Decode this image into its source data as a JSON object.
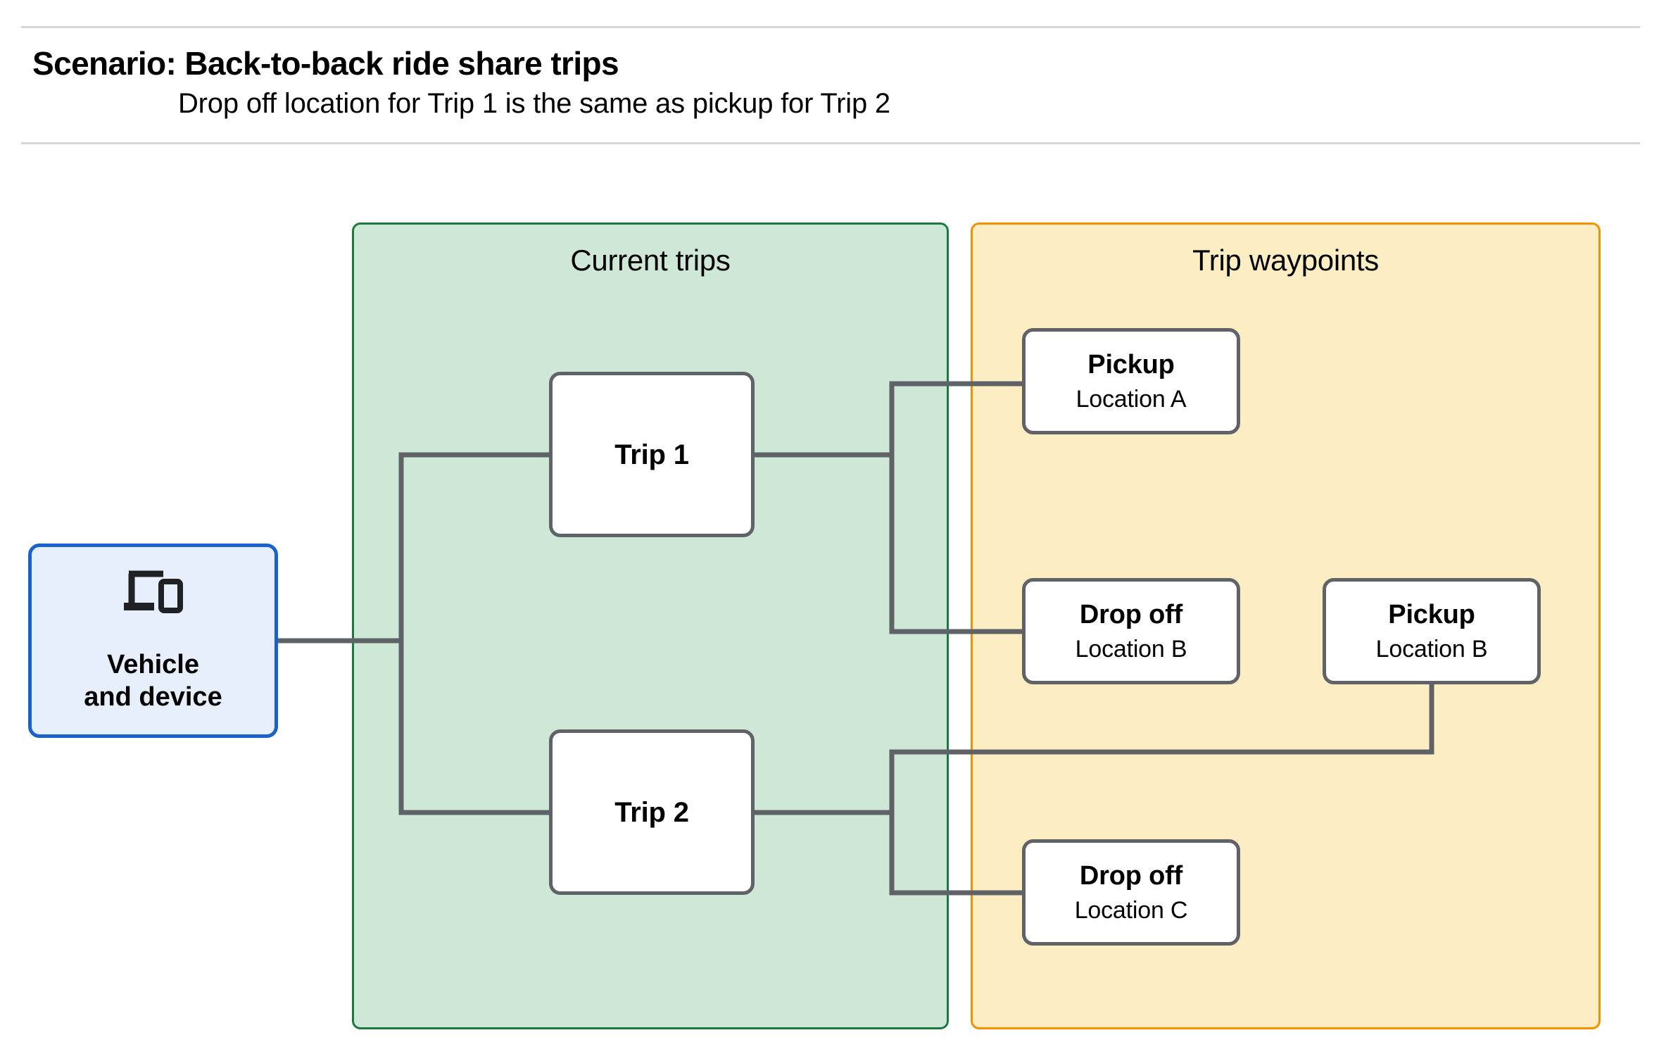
{
  "header": {
    "title": "Scenario: Back-to-back ride share trips",
    "subtitle": "Drop off  location for Trip 1 is the same as pickup for Trip 2"
  },
  "groups": {
    "current_trips": {
      "title": "Current trips",
      "fill": "#cfe7d6",
      "border": "#1b7a3d"
    },
    "trip_waypoints": {
      "title": "Trip waypoints",
      "fill": "#fcedc2",
      "border": "#f29100"
    }
  },
  "vehicle": {
    "label": "Vehicle\nand device",
    "icon": "laptop-and-phone-icon",
    "fill": "#e8effc",
    "border": "#1a62c9"
  },
  "trips": [
    {
      "id": "trip-1",
      "label": "Trip 1"
    },
    {
      "id": "trip-2",
      "label": "Trip 2"
    }
  ],
  "waypoints": [
    {
      "id": "pickup-a",
      "type": "Pickup",
      "location": "Location A"
    },
    {
      "id": "dropoff-b",
      "type": "Drop off",
      "location": "Location B"
    },
    {
      "id": "pickup-b",
      "type": "Pickup",
      "location": "Location B"
    },
    {
      "id": "dropoff-c",
      "type": "Drop off",
      "location": "Location C"
    }
  ],
  "edges": {
    "stroke": "#5f6368",
    "connections": [
      "vehicle -> trip-1",
      "vehicle -> trip-2",
      "trip-1 -> pickup-a",
      "trip-1 -> dropoff-b",
      "trip-2 -> pickup-b",
      "trip-2 -> dropoff-c"
    ]
  },
  "divider_color": "#d6d6d6"
}
